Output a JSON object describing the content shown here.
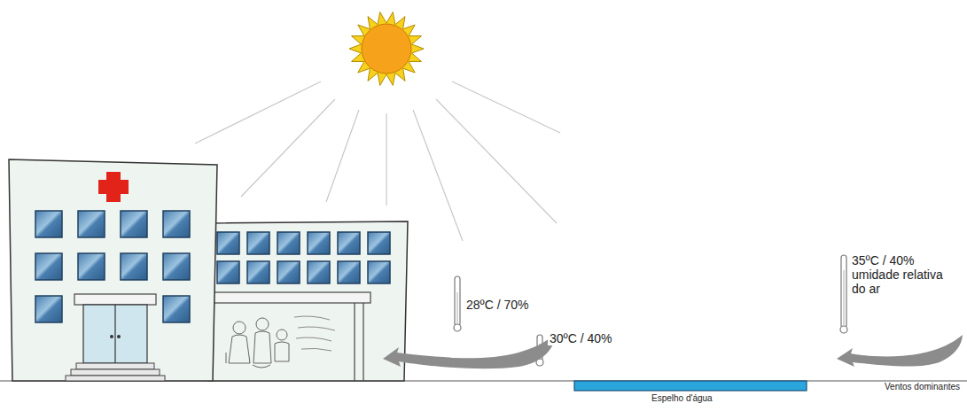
{
  "diagram": {
    "labels": [
      "28ºC / 70%",
      "30ºC / 40%",
      "35ºC / 40% umidade relativa do ar",
      "Espelho d'água",
      "Ventos dominantes"
    ]
  }
}
